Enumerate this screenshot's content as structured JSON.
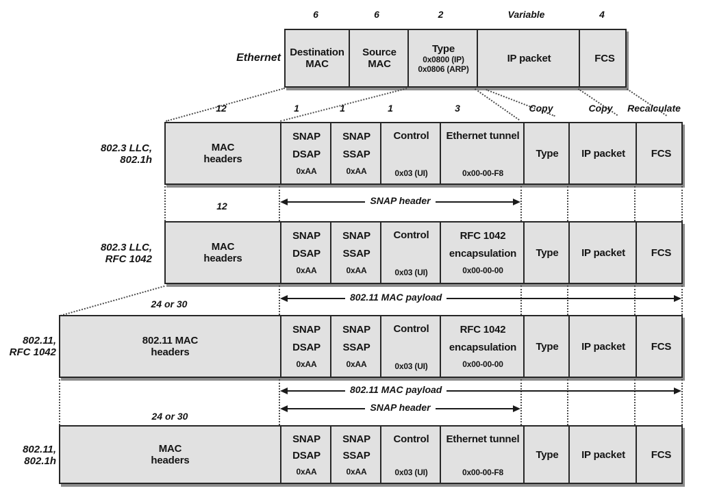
{
  "eth": {
    "label": "Ethernet",
    "cells": [
      {
        "size": "6",
        "lines": [
          "Destination",
          "MAC"
        ]
      },
      {
        "size": "6",
        "lines": [
          "Source",
          "MAC"
        ]
      },
      {
        "size": "2",
        "title": "Type",
        "hex1": "0x0800 (IP)",
        "hex2": "0x0806 (ARP)"
      },
      {
        "size": "Variable",
        "lines": [
          "IP packet"
        ]
      },
      {
        "size": "4",
        "lines": [
          "FCS"
        ]
      }
    ]
  },
  "common": {
    "mac_headers": {
      "l1": "MAC",
      "l2": "headers"
    },
    "mac80211": {
      "l1": "802.11 MAC",
      "l2": "headers"
    },
    "snap_dsap": {
      "l1": "SNAP",
      "l2": "DSAP",
      "hex": "0xAA",
      "size": "1"
    },
    "snap_ssap": {
      "l1": "SNAP",
      "l2": "SSAP",
      "hex": "0xAA",
      "size": "1"
    },
    "control": {
      "l1": "Control",
      "hex": "0x03 (UI)",
      "size": "1"
    },
    "eth_tunnel": {
      "l1": "Ethernet tunnel",
      "hex": "0x00-00-F8",
      "size": "3"
    },
    "rfc1042": {
      "l1": "RFC 1042",
      "l2": "encapsulation",
      "hex": "0x00-00-00"
    },
    "type": "Type",
    "ip": "IP packet",
    "fcs": "FCS",
    "size12": "12",
    "size24": "24 or 30",
    "copy": "Copy",
    "recalculate": "Recalculate"
  },
  "row_labels": {
    "r2": [
      "802.3 LLC,",
      "802.1h"
    ],
    "r3": [
      "802.3 LLC,",
      "RFC 1042"
    ],
    "r4": [
      "802.11,",
      "RFC 1042"
    ],
    "r5": [
      "802.11,",
      "802.1h"
    ]
  },
  "arrows": {
    "snap_header": "SNAP header",
    "mac_payload": "802.11 MAC payload"
  },
  "colors": {
    "cell_fill": "#e1e1e1",
    "cell_border": "#262626",
    "text": "#141414"
  }
}
